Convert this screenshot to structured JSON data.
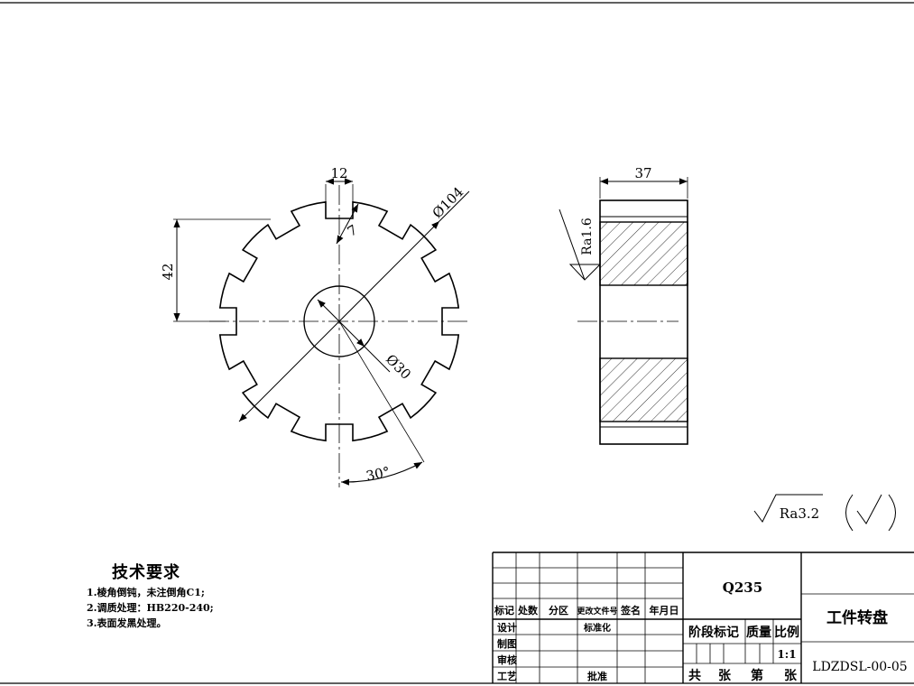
{
  "dimensions": {
    "slot_width": "12",
    "slot_depth": "7",
    "outer_diameter": "Ø104",
    "height_42": "42",
    "bore_diameter": "Ø30",
    "angle": "30°",
    "thickness": "37",
    "roughness_face": "Ra1.6"
  },
  "surface_finish": {
    "general": "Ra3.2"
  },
  "technical_requirements": {
    "title": "技术要求",
    "items": [
      "1.棱角倒钝，未注倒角C1;",
      "2.调质处理：HB220-240;",
      "3.表面发黑处理。"
    ]
  },
  "title_block": {
    "material": "Q235",
    "part_name": "工件转盘",
    "drawing_number": "LDZDSL-00-05",
    "scale": "1:1",
    "headers": {
      "mark": "标记",
      "count": "处数",
      "zone": "分区",
      "change_doc": "更改文件号",
      "signature": "签名",
      "date": "年月日",
      "design": "设计",
      "standardize": "标准化",
      "draw": "制图",
      "review": "审核",
      "process": "工艺",
      "approve": "批准",
      "stage_mark": "阶段标记",
      "weight": "质量",
      "ratio": "比例",
      "total": "共",
      "sheet1": "张",
      "nth": "第",
      "sheet2": "张"
    }
  }
}
